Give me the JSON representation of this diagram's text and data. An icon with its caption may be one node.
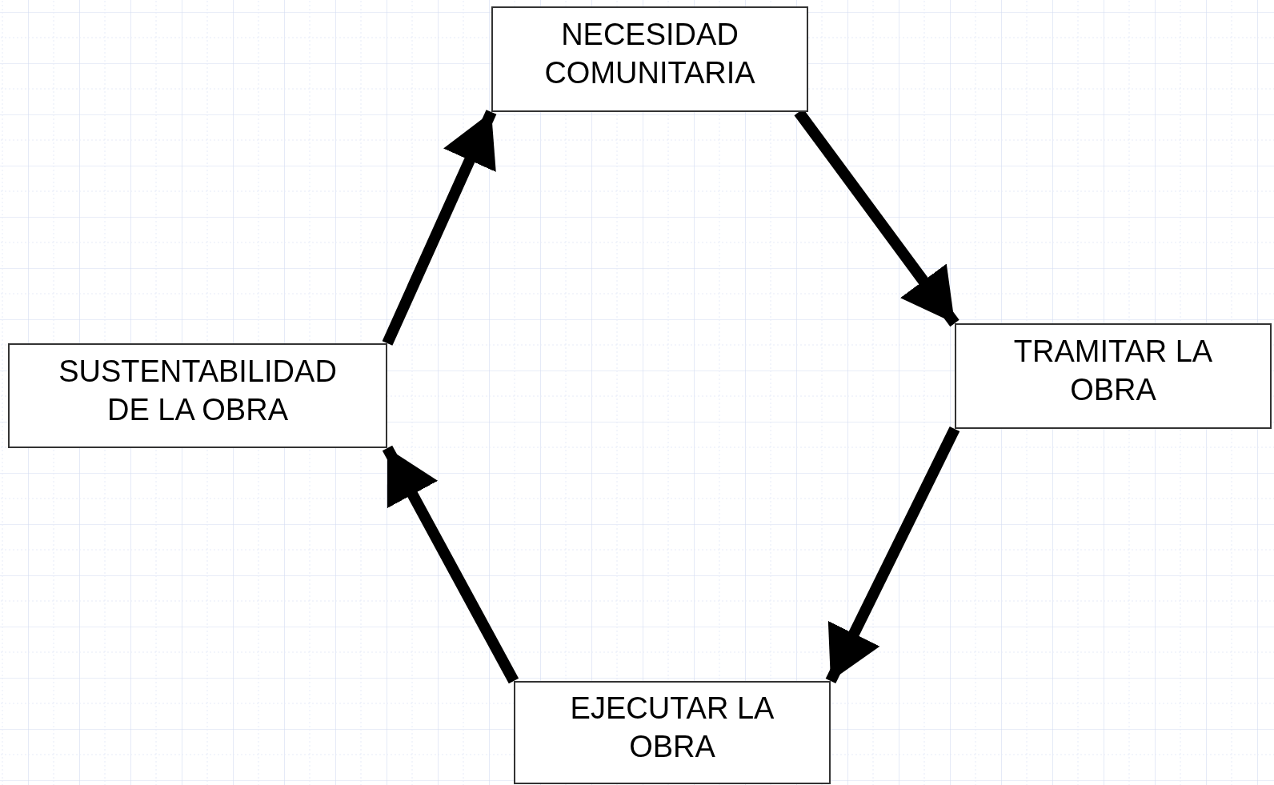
{
  "diagram": {
    "nodes": [
      {
        "text": [
          "NECESIDAD COMUNITARIA"
        ]
      },
      {
        "text": [
          "TRAMITAR LA OBRA"
        ]
      },
      {
        "text": [
          "EJECUTAR LA OBRA"
        ]
      },
      {
        "text": [
          "SUSTENTABILIDAD DE LA OBRA"
        ]
      }
    ],
    "edges": [
      {
        "from": 0,
        "to": 1,
        "arrow": "to"
      },
      {
        "from": 1,
        "to": 2,
        "arrow": "to"
      },
      {
        "from": 2,
        "to": 3,
        "arrow": "to"
      },
      {
        "from": 3,
        "to": 0,
        "arrow": "to"
      }
    ]
  }
}
